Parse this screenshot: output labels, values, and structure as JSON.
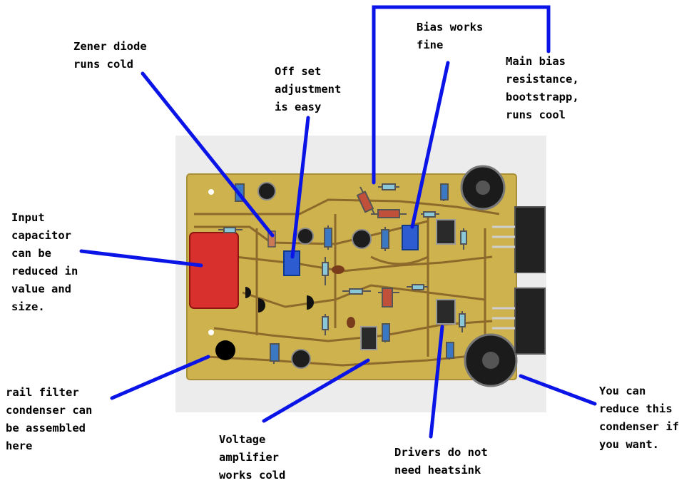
{
  "annotations": {
    "zener": [
      "Zener diode",
      "runs cold"
    ],
    "offset": [
      "Off set",
      "adjustment",
      "is easy"
    ],
    "bias_fine": [
      "Bias works",
      "fine"
    ],
    "main_bias": [
      "Main bias",
      "resistance,",
      "bootstrapp,",
      "runs cool"
    ],
    "input_cap": [
      "Input",
      "capacitor",
      "can be",
      "reduced in",
      "value and",
      "size."
    ],
    "rail_filter": [
      "rail filter",
      "condenser can",
      "be assembled",
      "here"
    ],
    "voltage_amp": [
      "Voltage",
      "amplifier",
      "works cold"
    ],
    "drivers": [
      "Drivers do not",
      "need heatsink"
    ],
    "reduce_cond": [
      "You can",
      "reduce this",
      "condenser if",
      "you want."
    ]
  },
  "colors": {
    "pointer": "#0a14e6",
    "board": "#c9b04a",
    "trace": "#8f6a2a",
    "background": "#eeeeee"
  }
}
